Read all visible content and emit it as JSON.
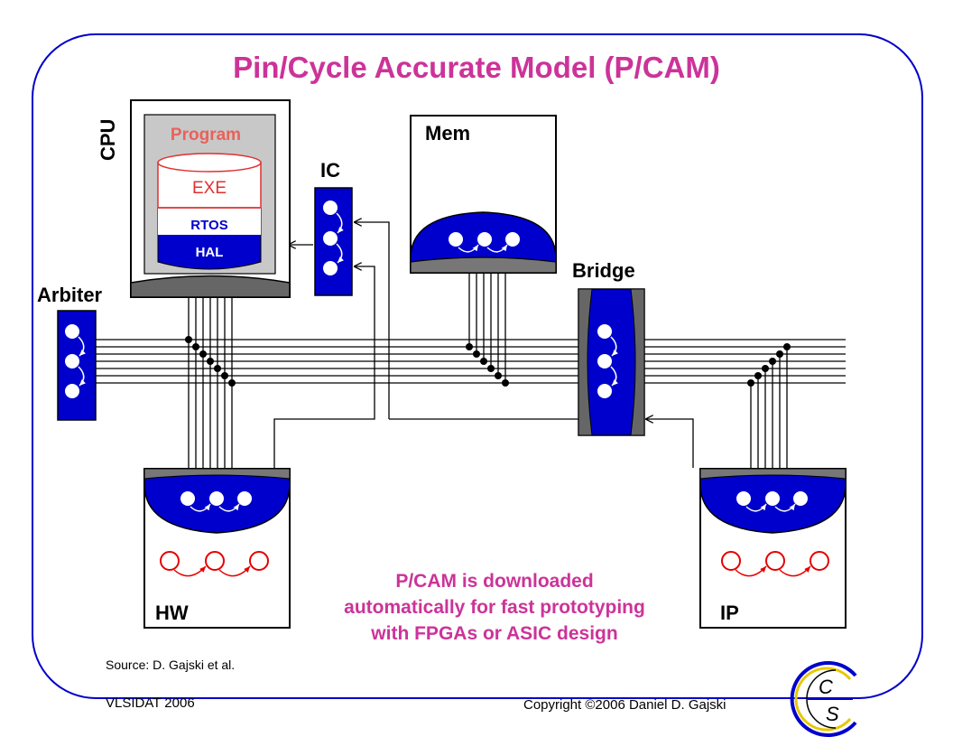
{
  "title": "Pin/Cycle Accurate Model (P/CAM)",
  "blocks": {
    "cpu": "CPU",
    "program": "Program",
    "exe": "EXE",
    "rtos": "RTOS",
    "hal": "HAL",
    "ic": "IC",
    "mem": "Mem",
    "bridge": "Bridge",
    "arbiter": "Arbiter",
    "hw": "HW",
    "ip": "IP"
  },
  "note": [
    "P/CAM is downloaded",
    "automatically for fast prototyping",
    "with FPGAs or ASIC design"
  ],
  "source": "Source: D. Gajski et al.",
  "footer": {
    "left": "VLSIDAT 2006",
    "right": "Copyright ©2006 Daniel D. Gajski"
  },
  "logo": {
    "letters": "CECS"
  },
  "colors": {
    "title": "#cc3399",
    "block_fill": "#0000cc",
    "state_circle": "#e60000",
    "frame": "#0000cc"
  }
}
